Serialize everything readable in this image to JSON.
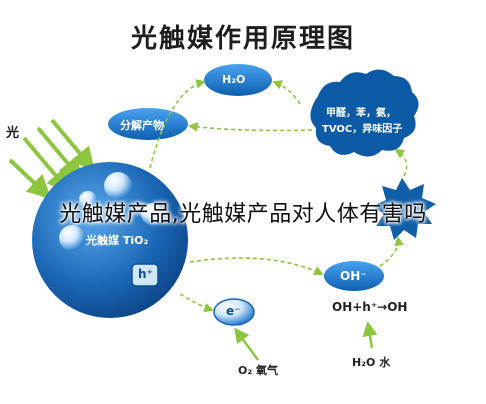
{
  "title": "光触媒作用原理图",
  "caption": "光触媒产品,光触媒产品对人体有害吗",
  "nodes": {
    "light": "光",
    "h2o_bubble": "H₂O",
    "decompose": "分解产物",
    "pollutants_line1": "甲醛，苯，氨，",
    "pollutants_line2": "TVOC，异味因子",
    "sphere_label": "光触媒 TiO₂",
    "hole": "h⁺",
    "electron": "e⁻",
    "oh_radical": "OH⁻",
    "oh_equation": "OH+h⁺→OH",
    "o2": "O₂ 氧气",
    "h2o_water": "H₂O 水"
  },
  "colors": {
    "arrow": "#8cc63f",
    "dashed_arrow": "#7fbf3a",
    "sphere_dark": "#0b4f95",
    "sphere_light": "#3a8fd6",
    "pill": "#1a7bd0",
    "star": "#0f5ea8"
  }
}
